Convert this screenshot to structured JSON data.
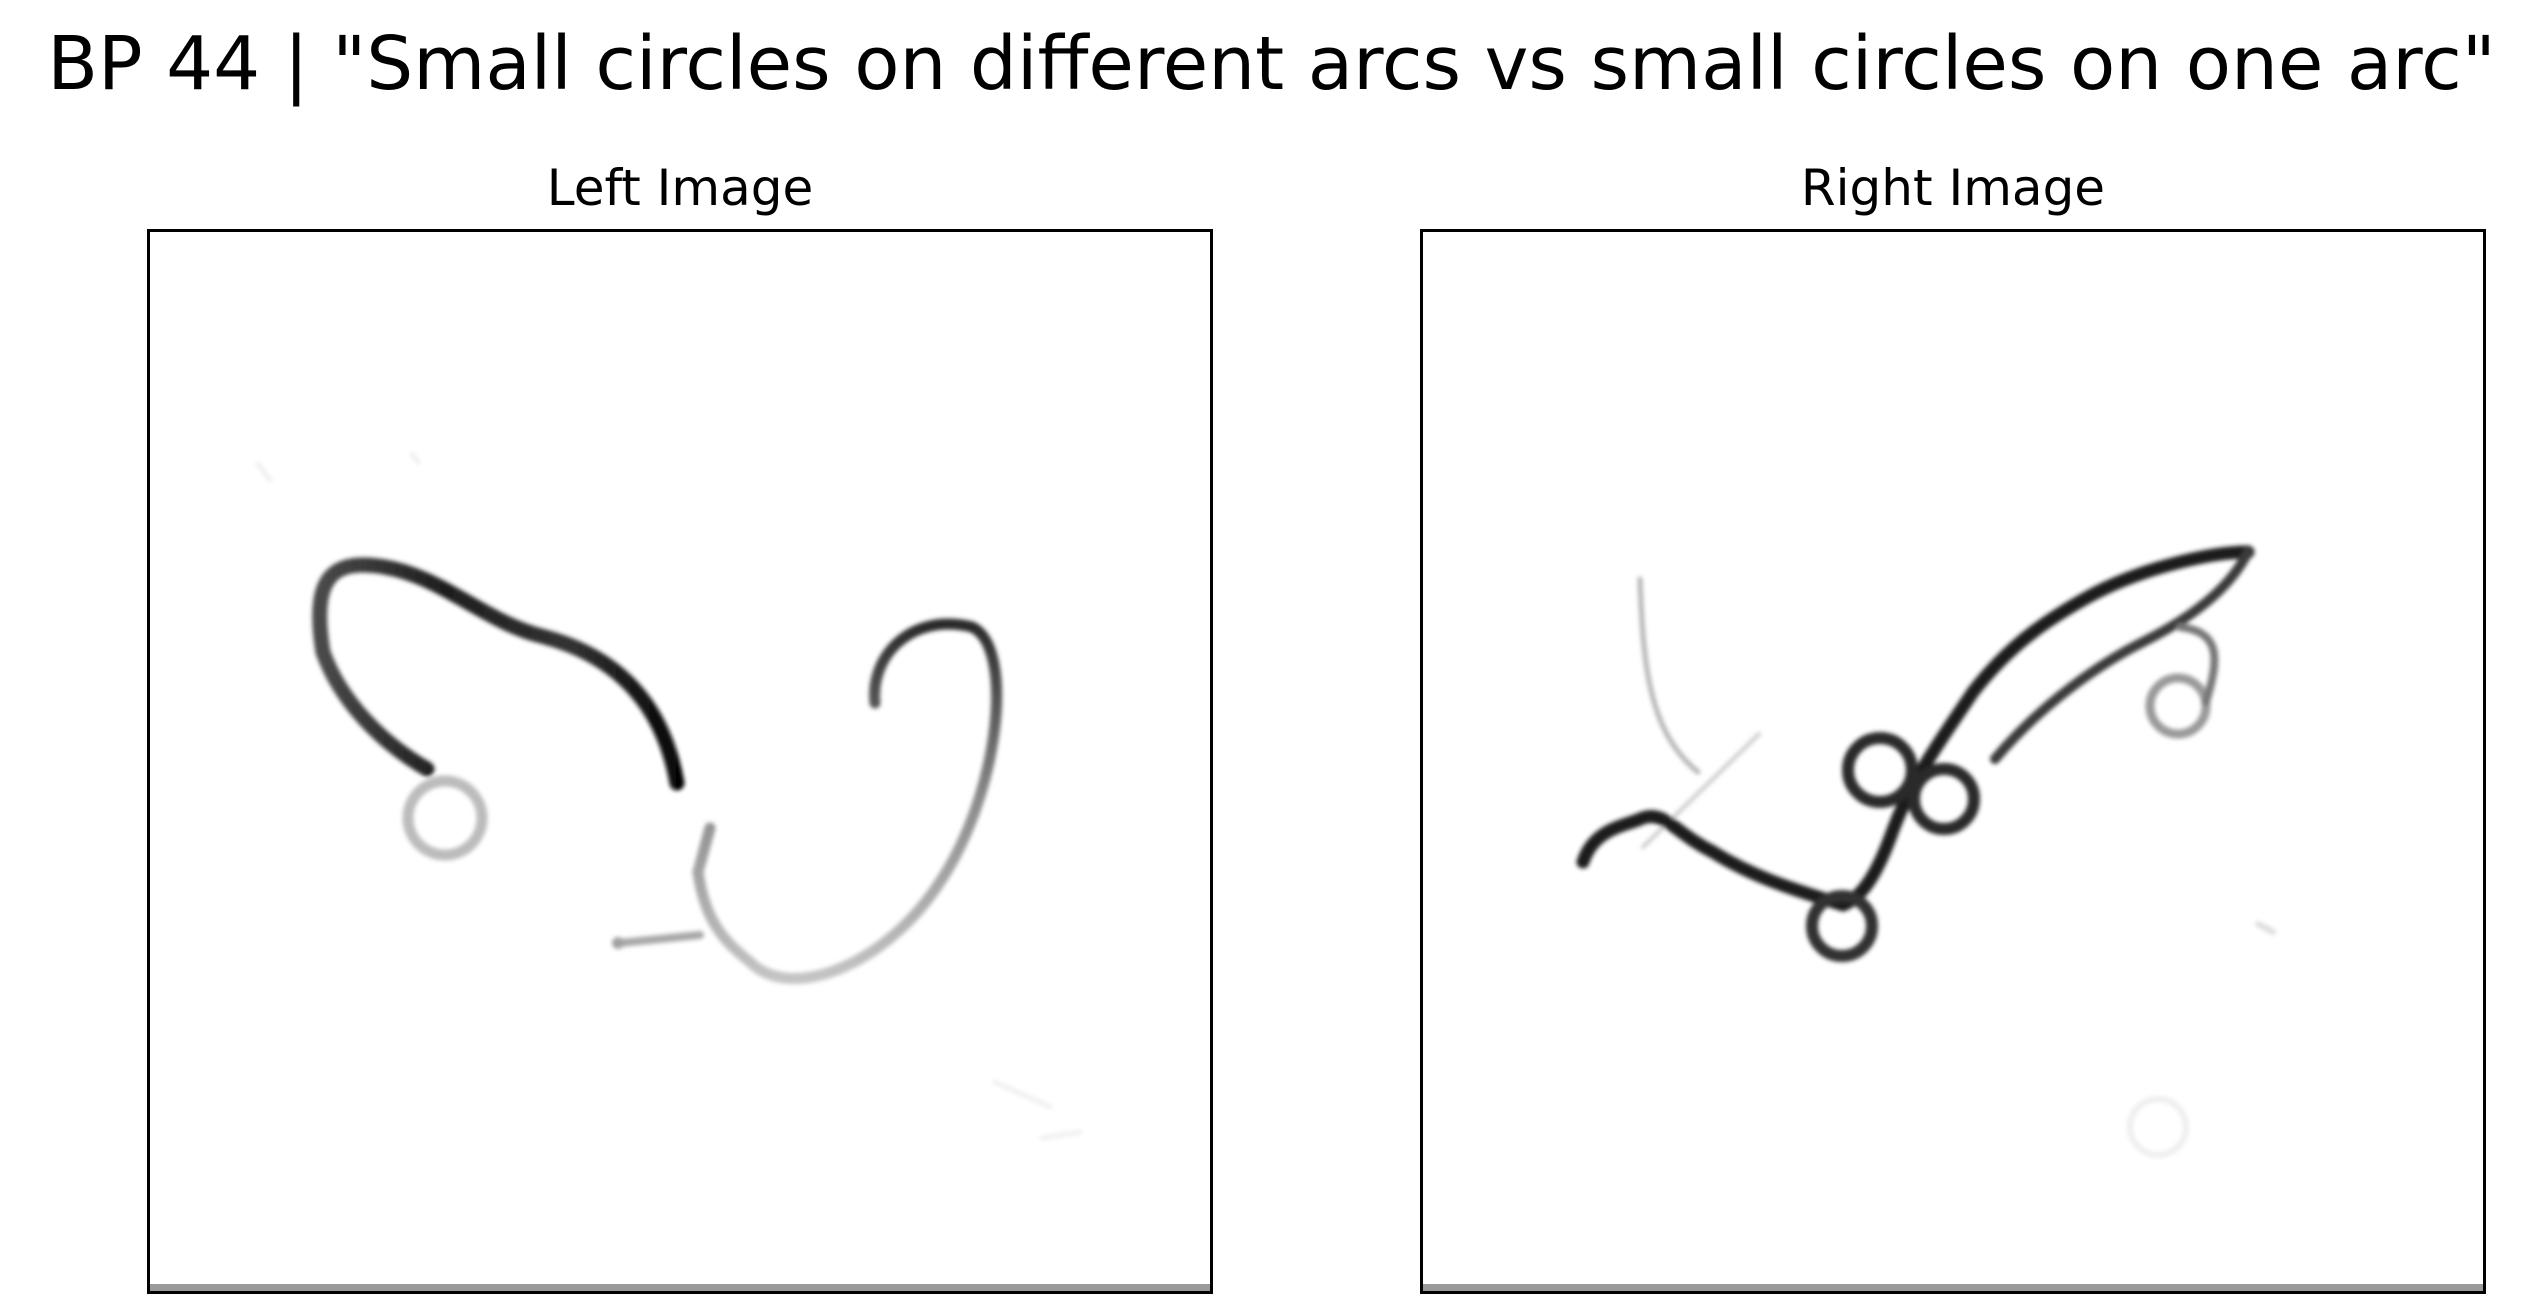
{
  "title": "BP 44 | \"Small circles on different arcs vs small circles on one arc\"",
  "panels": [
    {
      "title": "Left Image"
    },
    {
      "title": "Right Image"
    }
  ],
  "colors": {
    "background": "#ffffff",
    "stroke_dark": "#111111",
    "stroke_mid": "#555555",
    "stroke_light": "#b8b8b8",
    "frame": "#000000"
  }
}
